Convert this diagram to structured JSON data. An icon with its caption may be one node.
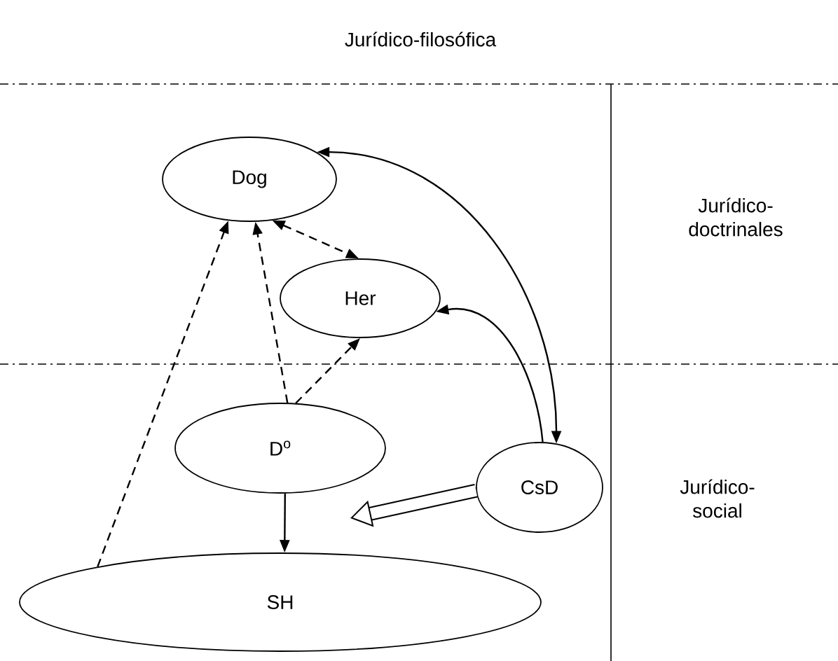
{
  "diagram": {
    "nodes": [
      {
        "text": [
          "Dog"
        ]
      },
      {
        "text": [
          "Her"
        ]
      },
      {
        "text": [
          "D$^{o}$"
        ]
      },
      {
        "text": [
          "CsD"
        ]
      },
      {
        "text": [
          "SH"
        ]
      }
    ],
    "edges": [
      {
        "from": 4,
        "to": 0,
        "arrow": "to",
        "style": "dashed"
      },
      {
        "from": 2,
        "to": 0,
        "arrow": "to",
        "style": "dashed"
      },
      {
        "from": 0,
        "to": 1,
        "arrow": "both",
        "style": "dashed"
      },
      {
        "from": 2,
        "to": 1,
        "arrow": "to",
        "style": "dashed"
      },
      {
        "from": 3,
        "to": 0,
        "arrow": "both"
      },
      {
        "from": 3,
        "to": 1,
        "arrow": "to"
      },
      {
        "from": 2,
        "to": 4,
        "arrow": "to"
      },
      {
        "from": 3,
        "to": null,
        "arrow": "to",
        "style": "thick"
      }
    ],
    "labels": [
      "Jurídico-filosófica",
      "Jurídico-doctrinales",
      "Jurídico-social"
    ]
  }
}
